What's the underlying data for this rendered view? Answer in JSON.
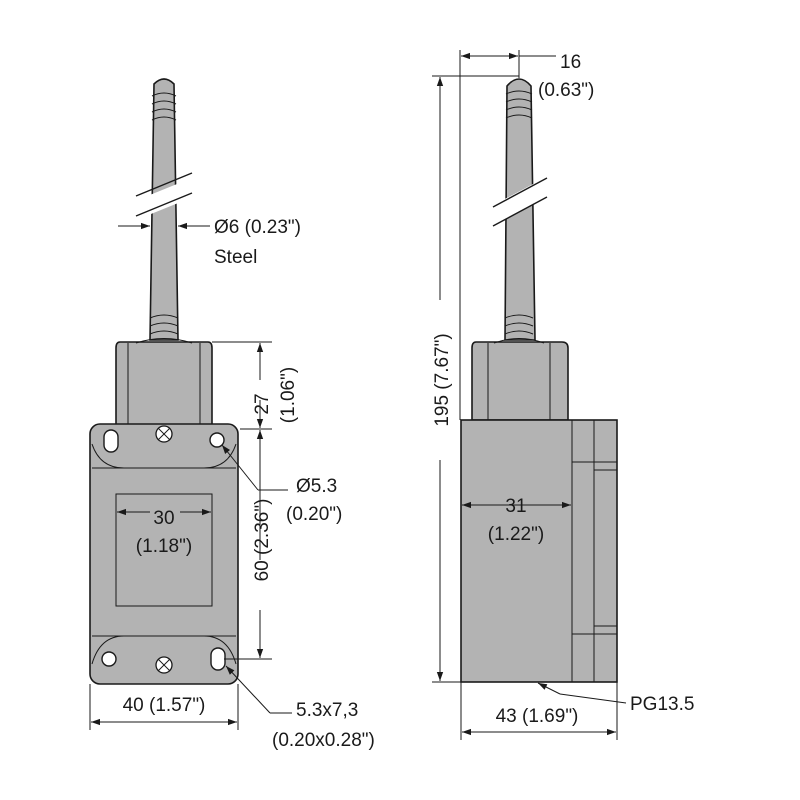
{
  "labels": {
    "rod_diameter": "Ø6 (0.23\")",
    "rod_material": "Steel",
    "head_height_mm": "27",
    "head_height_in": "(1.06\")",
    "hole_diameter_mm": "Ø5.3",
    "hole_diameter_in": "(0.20\")",
    "inner_width_mm": "30",
    "inner_width_in": "(1.18\")",
    "hole_spacing": "60 (2.36\")",
    "body_width": "40 (1.57\")",
    "slot_size_mm": "5.3x7,3",
    "slot_size_in": "(0.20x0.28\")",
    "rod_tip_mm": "16",
    "rod_tip_in": "(0.63\")",
    "total_height": "195 (7.67\")",
    "side_offset_mm": "31",
    "side_offset_in": "(1.22\")",
    "conduit": "PG13.5",
    "side_width": "43 (1.69\")"
  }
}
